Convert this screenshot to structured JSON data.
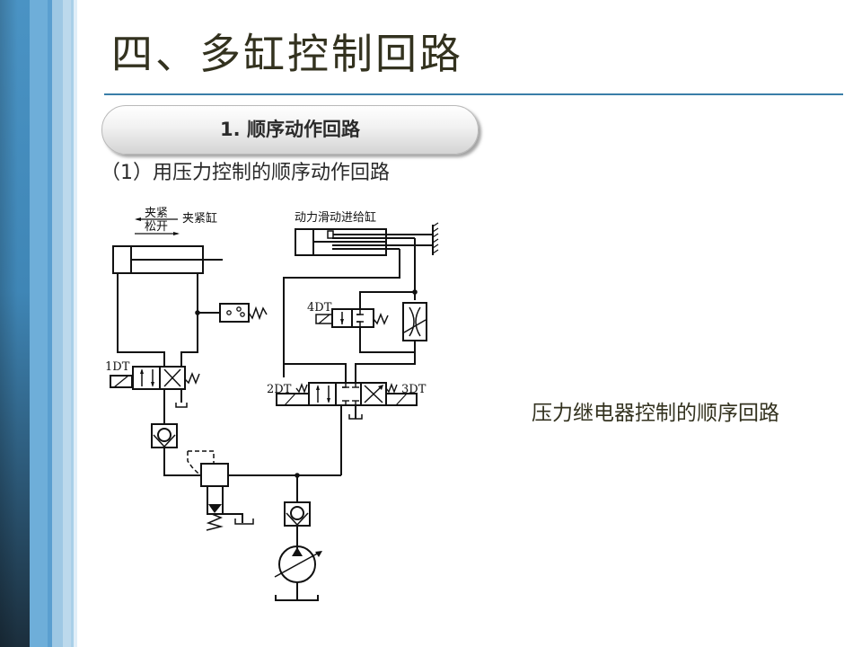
{
  "slide": {
    "title": "四、多缸控制回路",
    "section_pill": "1. 顺序动作回路",
    "subtitle": "（1）用压力控制的顺序动作回路",
    "caption": "压力继电器控制的顺序回路"
  },
  "theme": {
    "accent": "#3a7ea8",
    "title_color": "#33321f",
    "stripe_colors": [
      "#4a93c4",
      "#6eaed9",
      "#5a9fd0",
      "#9ec8e4",
      "#bcd9ec",
      "#a9cfe8",
      "#e0eef8"
    ]
  },
  "diagram": {
    "clamp_cylinder_label": "夹紧缸",
    "clamp_arrow_top": "夹紧",
    "clamp_arrow_bottom": "松开",
    "feed_cylinder_label": "动力滑动进给缸",
    "solenoid_1": "1DT",
    "solenoid_2": "2DT",
    "solenoid_3": "3DT",
    "solenoid_4": "4DT"
  }
}
